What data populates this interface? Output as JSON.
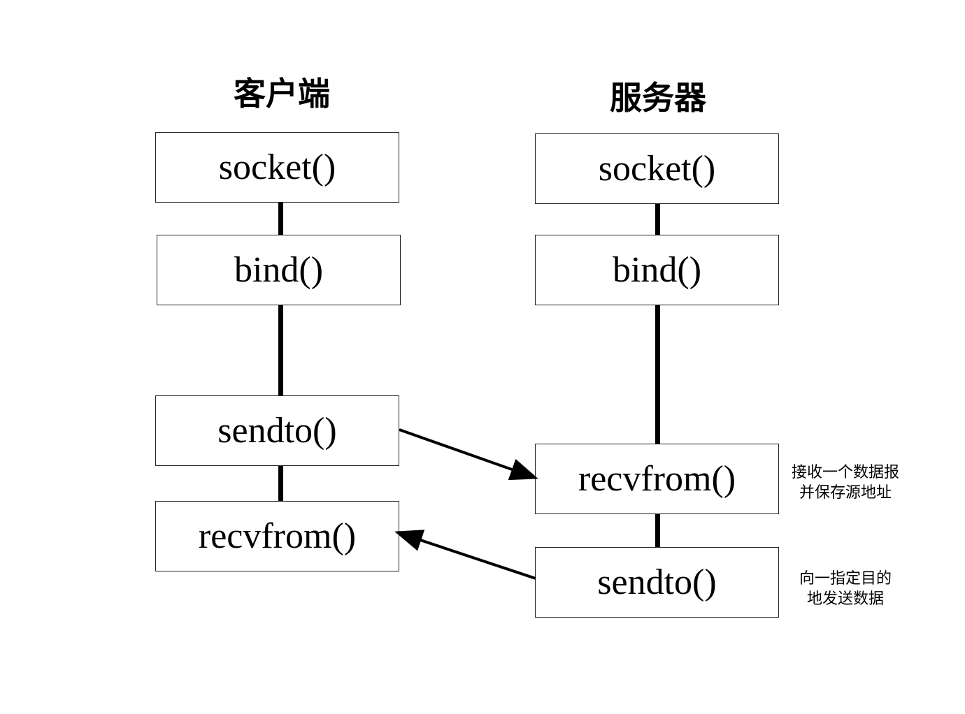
{
  "client": {
    "title": "客户端",
    "steps": [
      "socket()",
      "bind()",
      "sendto()",
      "recvfrom()"
    ]
  },
  "server": {
    "title": "服务器",
    "steps": [
      "socket()",
      "bind()",
      "recvfrom()",
      "sendto()"
    ]
  },
  "notes": {
    "recvfrom": [
      "接收一个数据报",
      "并保存源地址"
    ],
    "sendto": [
      "向一指定目的",
      "地发送数据"
    ]
  },
  "colors": {
    "line": "#000000",
    "border": "#222222"
  }
}
